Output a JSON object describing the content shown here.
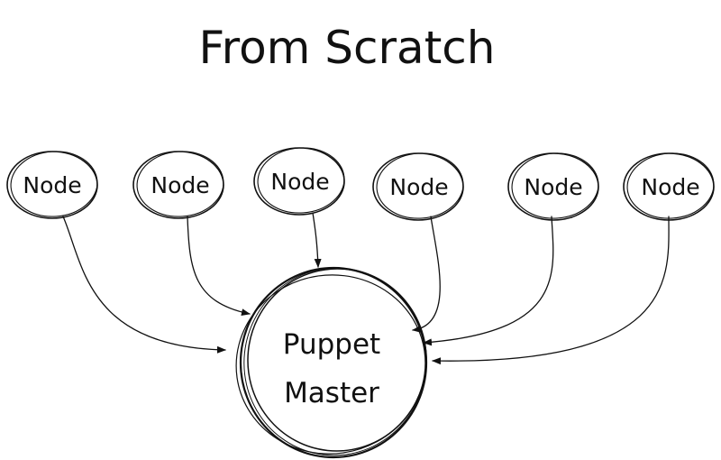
{
  "title": "From Scratch",
  "nodes": [
    {
      "label": "Node"
    },
    {
      "label": "Node"
    },
    {
      "label": "Node"
    },
    {
      "label": "Node"
    },
    {
      "label": "Node"
    },
    {
      "label": "Node"
    }
  ],
  "master": {
    "line1": "Puppet",
    "line2": "Master"
  },
  "colors": {
    "ink": "#111111",
    "background": "#ffffff"
  }
}
